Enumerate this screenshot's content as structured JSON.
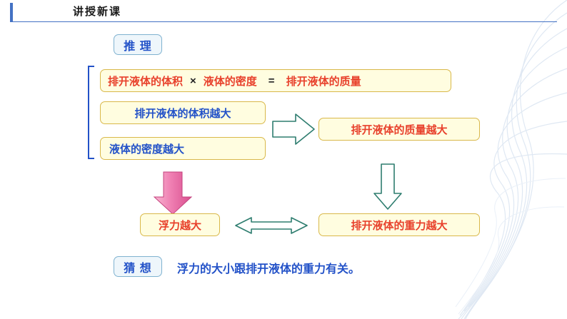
{
  "slide": {
    "title": "讲授新课",
    "accent_color": "#4472c4"
  },
  "labels": {
    "reasoning_tag": "推  理",
    "guess_tag": "猜  想",
    "conclusion": "浮力的大小跟排开液体的重力有关。"
  },
  "equation": {
    "term1": "排开液体的体积",
    "times": "×",
    "term2": "液体的密度",
    "equals": "=",
    "result": "排开液体的质量"
  },
  "boxes": [
    {
      "id": "volume-bigger",
      "text": "排开液体的体积越大",
      "color": "#2352c8"
    },
    {
      "id": "density-bigger",
      "text": "液体的密度越大",
      "color": "#2352c8"
    },
    {
      "id": "mass-bigger",
      "text": "排开液体的质量越大",
      "color": "#e8412c"
    },
    {
      "id": "buoyancy-bigger",
      "text": "浮力越大",
      "color": "#e8412c"
    },
    {
      "id": "gravity-bigger",
      "text": "排开液体的重力越大",
      "color": "#e8412c"
    }
  ],
  "arrows": {
    "right_block_arrow": "block-arrow-right-icon",
    "down_block_arrow": "block-arrow-down-icon",
    "pink_down_arrow": "arrow-down-pink-icon",
    "double_arrow": "double-headed-arrow-icon"
  },
  "colors": {
    "red": "#e8412c",
    "blue": "#2352c8",
    "box_fill_yellow": "#fffde0",
    "box_border_yellow": "#d9b84a",
    "box_fill_blue": "#eef6fb",
    "box_border_blue": "#7fb2d0",
    "arrow_teal": "#2e7d6f",
    "arrow_pink": "#e85a9c"
  }
}
